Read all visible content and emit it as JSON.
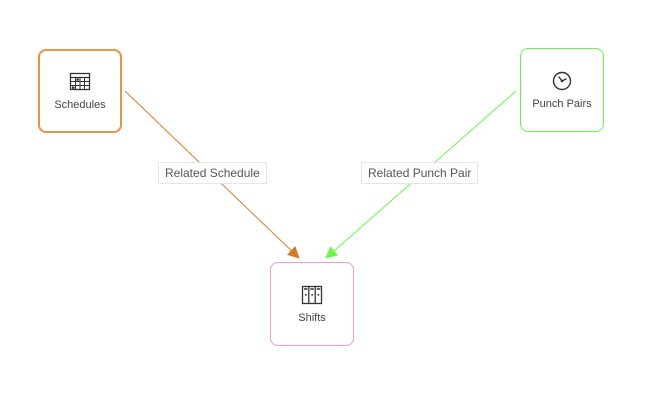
{
  "nodes": {
    "schedules": {
      "label": "Schedules",
      "icon": "calendar-grid-icon",
      "border_color": "#e59344"
    },
    "punch_pairs": {
      "label": "Punch Pairs",
      "icon": "stopwatch-icon",
      "border_color": "#6bf54a"
    },
    "shifts": {
      "label": "Shifts",
      "icon": "columns-icon",
      "border_color": "#f59ad8"
    }
  },
  "edges": [
    {
      "from": "Schedules",
      "to": "Shifts",
      "label": "Related Schedule",
      "color": "#d97a2b"
    },
    {
      "from": "Punch Pairs",
      "to": "Shifts",
      "label": "Related Punch Pair",
      "color": "#6bf54a"
    }
  ]
}
